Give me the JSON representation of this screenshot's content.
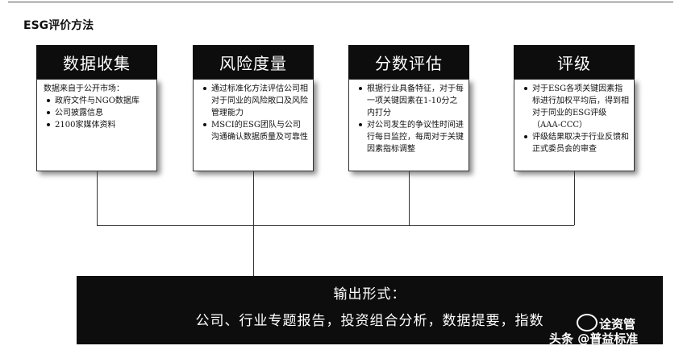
{
  "title": "ESG评价方法",
  "stages": [
    {
      "header": "数据收集",
      "intro": "数据来自于公开市场：",
      "bullets": [
        "政府文件与NGO数据库",
        "公司披露信息",
        "2100家媒体资料"
      ]
    },
    {
      "header": "风险度量",
      "intro": "",
      "bullets": [
        "通过标准化方法评估公司相对于同业的风险敞口及风险管理能力",
        "MSCI的ESG团队与公司沟通确认数据质量及可靠性"
      ]
    },
    {
      "header": "分数评估",
      "intro": "",
      "bullets": [
        "根据行业具备特征，对于每一项关键因素在1-10分之内打分",
        "对公司发生的争议性时间进行每日监控，每周对于关键因素指标调整"
      ]
    },
    {
      "header": "评级",
      "intro": "",
      "bullets": [
        "对于ESG各项关键因素指标进行加权平均后，得到相对于同业的ESG评级（AAA-CCC）",
        "评级结果取决于行业反馈和正式委员会的审查"
      ]
    }
  ],
  "output": {
    "heading": "输出形式：",
    "body": "公司、行业专题报告，投资组合分析，数据提要，指数"
  },
  "watermark": {
    "line1": "诠资管",
    "line2": "头条 @普益标准"
  }
}
